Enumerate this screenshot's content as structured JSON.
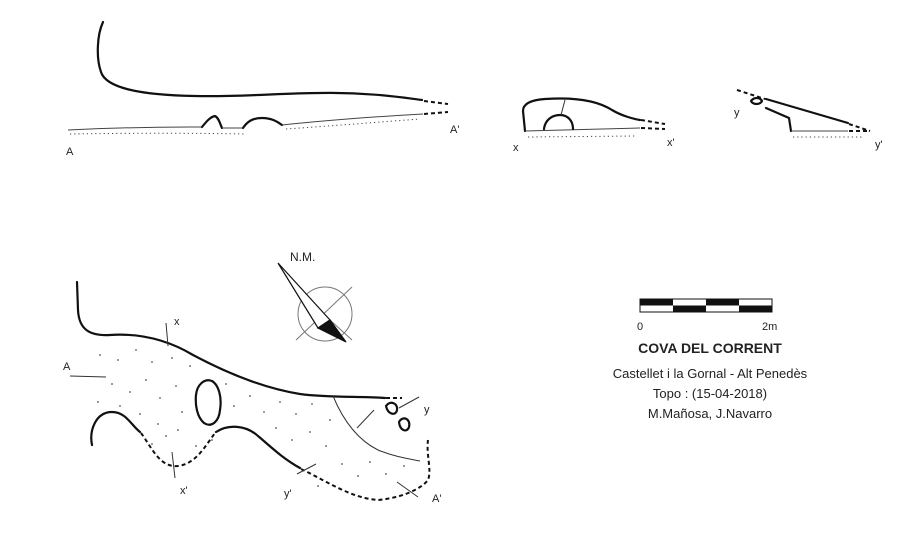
{
  "title": "COVA DEL CORRENT",
  "location": "Castellet i la Gornal - Alt Penedès",
  "survey_date": "Topo : (15-04-2018)",
  "authors": "M.Mañosa, J.Navarro",
  "north_label": "N.M.",
  "scale": {
    "start_label": "0",
    "end_label": "2m"
  },
  "profile": {
    "start": "A",
    "end": "A'"
  },
  "section_x": {
    "start": "x",
    "end": "x'"
  },
  "section_y": {
    "start": "y",
    "end": "y'"
  },
  "plan_labels": {
    "a": "A",
    "a_prime": "A'",
    "x": "x",
    "x_prime": "x'",
    "y": "y",
    "y_prime": "y'"
  }
}
